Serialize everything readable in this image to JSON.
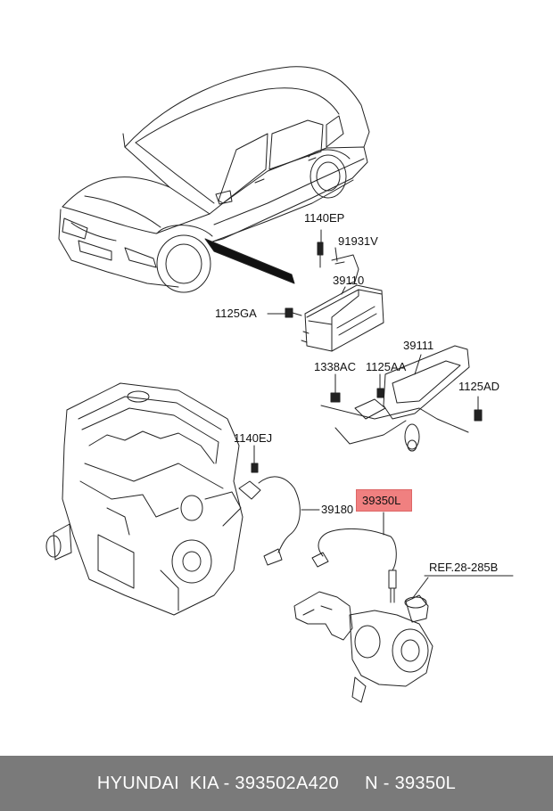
{
  "labels": {
    "p1140EP": "1140EP",
    "p91931V": "91931V",
    "p39110": "39110",
    "p1125GA": "1125GA",
    "p39111": "39111",
    "p1338AC": "1338AC",
    "p1125AA": "1125AA",
    "p1125AD": "1125AD",
    "p1140EJ": "1140EJ",
    "p39180": "39180",
    "p39350L": "39350L",
    "ref": "REF.28-285B"
  },
  "highlight": {
    "part": "39350L",
    "color": "#f08080"
  },
  "footer": {
    "text": "HYUNDAI  KIA - 393502A420     N - 39350L",
    "background": "#7a7a7a"
  }
}
